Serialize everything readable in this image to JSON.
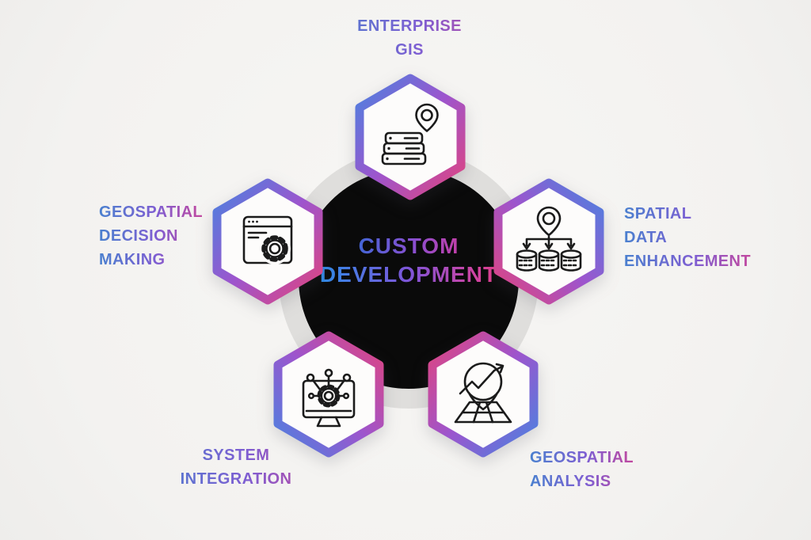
{
  "title": "Custom Development GIS Services Diagram",
  "colors": {
    "background": "#f3f2f0",
    "ring": "#dfdedc",
    "disc": "#0a0a0a",
    "gradient_blue": "#4a82e0",
    "gradient_purple": "#9d55cd",
    "gradient_pink": "#e0447f",
    "icon_stroke": "#1b1b1b"
  },
  "center": {
    "line1": "CUSTOM",
    "line2": "DEVELOPMENT"
  },
  "nodes": {
    "enterprise_gis": {
      "name": "enterprise-gis",
      "icon": "server-location-pin-icon",
      "line1": "ENTERPRISE",
      "line2": "GIS"
    },
    "decision_making": {
      "name": "geospatial-decision-making",
      "icon": "browser-gear-icon",
      "line1": "GEOSPATIAL",
      "line2": "DECISION",
      "line3": "MAKING"
    },
    "spatial_data": {
      "name": "spatial-data-enhancement",
      "icon": "location-pin-databases-icon",
      "line1": "SPATIAL",
      "line2": "DATA",
      "line3": "ENHANCEMENT"
    },
    "system_integration": {
      "name": "system-integration",
      "icon": "monitor-gear-network-icon",
      "line1": "SYSTEM",
      "line2": "INTEGRATION"
    },
    "geospatial_analysis": {
      "name": "geospatial-analysis",
      "icon": "map-trend-arrow-icon",
      "line1": "GEOSPATIAL",
      "line2": "ANALYSIS"
    }
  }
}
